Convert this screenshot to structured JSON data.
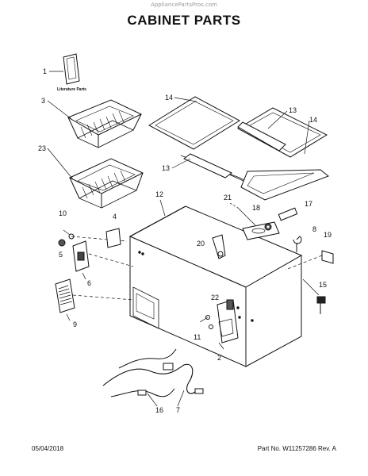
{
  "watermark": "AppliancePartsPros.com",
  "title": "CABINET PARTS",
  "literature_label": "Literature Parts",
  "footer": {
    "date": "05/04/2018",
    "part_info": "Part No. W11257286  Rev. A"
  },
  "callouts": {
    "c1": "1",
    "c3": "3",
    "c23": "23",
    "c14a": "14",
    "c14b": "14",
    "c13a": "13",
    "c13b": "13",
    "c12": "12",
    "c21": "21",
    "c18": "18",
    "c17": "17",
    "c8": "8",
    "c19": "19",
    "c10": "10",
    "c4": "4",
    "c5": "5",
    "c6": "6",
    "c9": "9",
    "c20": "20",
    "c22": "22",
    "c11": "11",
    "c2": "2",
    "c15": "15",
    "c16": "16",
    "c7": "7"
  }
}
